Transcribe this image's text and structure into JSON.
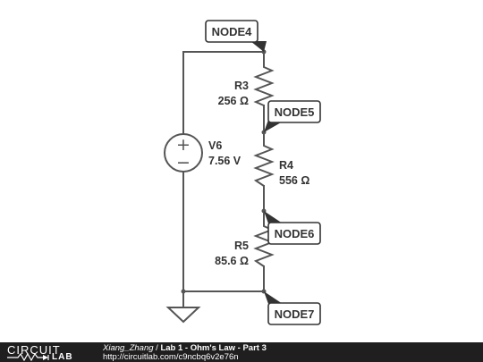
{
  "nodes": {
    "node4": "NODE4",
    "node5": "NODE5",
    "node6": "NODE6",
    "node7": "NODE7"
  },
  "components": {
    "r3": {
      "name": "R3",
      "value": "256 Ω"
    },
    "r4": {
      "name": "R4",
      "value": "556 Ω"
    },
    "r5": {
      "name": "R5",
      "value": "85.6 Ω"
    },
    "v6": {
      "name": "V6",
      "value": "7.56 V"
    }
  },
  "source_signs": {
    "plus": "+",
    "minus": "−"
  },
  "footer": {
    "logo_top": "CIRCUIT",
    "logo_bottom": "LAB",
    "author": "Xiang_Zhang",
    "separator": " / ",
    "title": "Lab 1 - Ohm's Law - Part 3",
    "url": "http://circuitlab.com/c9ncbq6v2e76n"
  },
  "colors": {
    "wire": "#555555",
    "text": "#333333",
    "footer_bg": "#1f1f1f"
  },
  "icons": [
    "ground-icon",
    "voltage-source-icon",
    "resistor-icon",
    "circuitlab-logo-icon"
  ]
}
